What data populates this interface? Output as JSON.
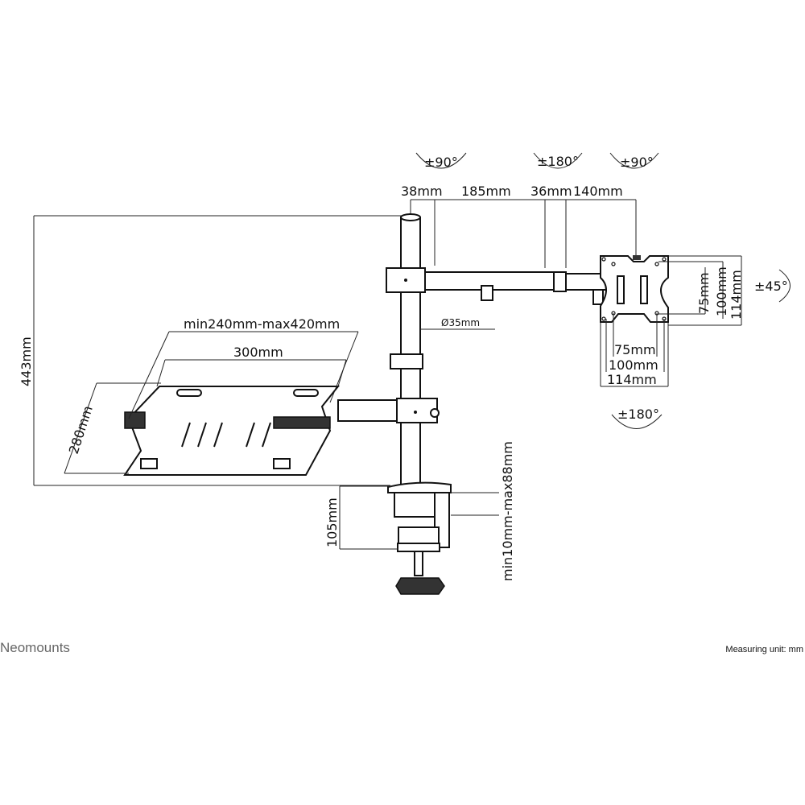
{
  "rotations": {
    "arm_base": "±90°",
    "arm_joint": "±180°",
    "head_swivel": "±90°",
    "tilt": "±45°",
    "rotation": "±180°"
  },
  "dimensions": {
    "pole_to_arm": "38mm",
    "arm1_length": "185mm",
    "joint": "36mm",
    "arm2_length": "140mm",
    "pole_diameter": "Ø35mm",
    "total_height": "443mm",
    "tray_width_range": "min240mm-max420mm",
    "tray_width": "300mm",
    "tray_depth": "280mm",
    "clamp_height": "105mm",
    "desk_thickness": "min10mm-max88mm",
    "vesa_v": [
      "75mm",
      "100mm",
      "114mm"
    ],
    "vesa_h": [
      "75mm",
      "100mm",
      "114mm"
    ]
  },
  "footer": {
    "brand": "Neomounts",
    "unit_note": "Measuring unit: mm"
  }
}
